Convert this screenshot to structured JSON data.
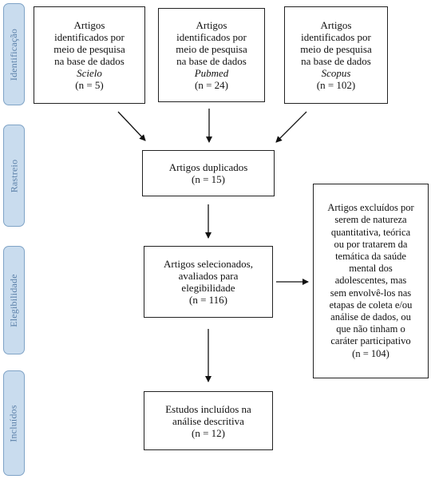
{
  "phases": {
    "identificacao": "Identificação",
    "rastreio": "Rastreio",
    "elegibilidade": "Elegibilidade",
    "incluidos": "Incluídos"
  },
  "sources": [
    {
      "lines": [
        "Artigos",
        "identificados por",
        "meio de pesquisa",
        "na base de dados"
      ],
      "database": "Scielo",
      "count": "(n = 5)"
    },
    {
      "lines": [
        "Artigos",
        "identificados por",
        "meio de pesquisa",
        "na base de dados"
      ],
      "database": "Pubmed",
      "count": "(n = 24)"
    },
    {
      "lines": [
        "Artigos",
        "identificados por",
        "meio de pesquisa",
        "na base de dados"
      ],
      "database": "Scopus",
      "count": "(n = 102)"
    }
  ],
  "duplicates": {
    "lines": [
      "Artigos duplicados"
    ],
    "count": "(n = 15)"
  },
  "selected": {
    "lines": [
      "Artigos selecionados,",
      "avaliados para",
      "elegibilidade"
    ],
    "count": "(n = 116)"
  },
  "excluded": {
    "lines": [
      "Artigos excluídos por",
      "serem de natureza",
      "quantitativa, teórica",
      "ou por tratarem da",
      "temática da saúde",
      "mental dos",
      "adolescentes, mas",
      "sem envolvê-los nas",
      "etapas de coleta e/ou",
      "análise de dados, ou",
      "que não tinham o",
      "caráter participativo"
    ],
    "count": "(n = 104)"
  },
  "included": {
    "lines": [
      "Estudos incluídos na",
      "análise descritiva"
    ],
    "count": "(n = 12)"
  }
}
